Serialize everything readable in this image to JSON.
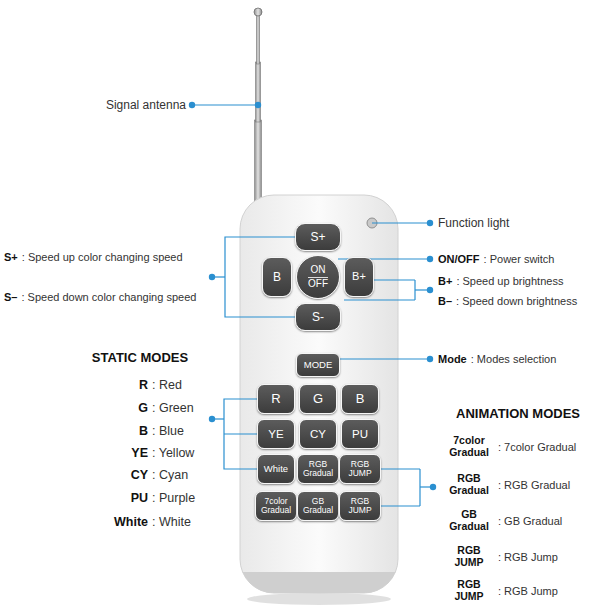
{
  "diagram": {
    "nodes": [
      {
        "text": [
          "S+"
        ]
      },
      {
        "text": [
          "B"
        ]
      },
      {
        "text": [
          "ON",
          "OFF"
        ]
      },
      {
        "text": [
          "B+"
        ]
      },
      {
        "text": [
          "S-"
        ]
      },
      {
        "text": [
          "MODE"
        ]
      },
      {
        "text": [
          "R"
        ]
      },
      {
        "text": [
          "G"
        ]
      },
      {
        "text": [
          "B"
        ]
      },
      {
        "text": [
          "YE"
        ]
      },
      {
        "text": [
          "CY"
        ]
      },
      {
        "text": [
          "PU"
        ]
      },
      {
        "text": [
          "White"
        ]
      },
      {
        "text": [
          "RGB Gradual"
        ]
      },
      {
        "text": [
          "RGB JUMP"
        ]
      },
      {
        "text": [
          "7color Gradual"
        ]
      },
      {
        "text": [
          "GB Gradual"
        ]
      },
      {
        "text": [
          "RGB JUMP"
        ]
      }
    ],
    "labels": [
      "Signal antenna",
      "Function light",
      "S+",
      ": Speed up color changing speed",
      "S–",
      ": Speed down color changing speed",
      "ON/OFF",
      ": Power switch",
      "B+",
      ": Speed up brightness",
      "B–",
      ": Speed down brightness",
      "Mode",
      ": Modes selection",
      "STATIC MODES",
      "R",
      ": Red",
      "G",
      ": Green",
      "B",
      ": Blue",
      "YE",
      ": Yellow",
      "CY",
      ": Cyan",
      "PU",
      ": Purple",
      "White",
      ": White",
      "ANIMATION MODES",
      "7color Gradual",
      ": 7color Gradual",
      "RGB Gradual",
      ": RGB Gradual",
      "GB Gradual",
      ": GB Gradual",
      "RGB JUMP",
      ": RGB Jump",
      "RGB JUMP",
      ": RGB Jump"
    ]
  }
}
